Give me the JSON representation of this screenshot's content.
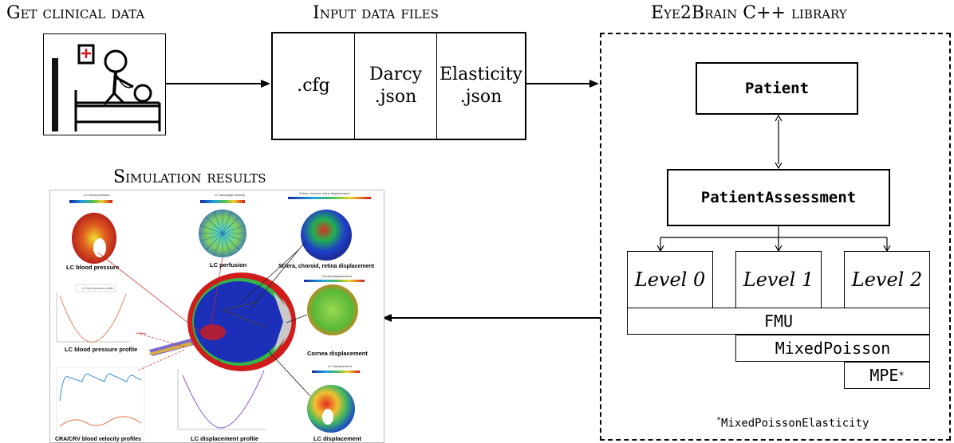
{
  "titles": {
    "clinical": "Get clinical data",
    "input": "Input data files",
    "library": "Eye2Brain C++ library",
    "results": "Simulation results"
  },
  "input_files": [
    {
      "line1": ".cfg",
      "line2": ""
    },
    {
      "line1": "Darcy",
      "line2": ".json"
    },
    {
      "line1": "Elasticity",
      "line2": ".json"
    }
  ],
  "library": {
    "patient": "Patient",
    "assessment": "PatientAssessment",
    "levels": [
      "Level 0",
      "Level 1",
      "Level 2"
    ],
    "fmu": "FMU",
    "mixed_poisson": "MixedPoisson",
    "mpe": "MPE",
    "mpe_mark": "*",
    "footnote_mark": "*",
    "footnote": "MixedPoissonElasticity"
  },
  "results": {
    "panel_titles": [
      "LC blood pressure",
      "LC discharge velocity",
      "Sclera, choroid, retina displacement",
      "Cornea displacement",
      "LC blood pressure profile",
      "LC displacement"
    ],
    "captions": {
      "lc_bp": "LC blood pressure",
      "lc_perf": "LC perfusion",
      "sclera": "Sclera, choroid, retina displacement",
      "cornea": "Cornea displacement",
      "lc_bp_profile": "LC blood pressure profile",
      "cra_crv": "CRA/CRV blood velocity profiles",
      "lc_disp_profile": "LC displacement profile",
      "lc_disp": "LC displacement"
    }
  },
  "colors": {
    "red_cross": "#d8141e",
    "sim_blue": "#1c2fb8",
    "sim_red": "#d11c1c",
    "sim_green": "#36b24a",
    "sim_gray": "#c9c9c9"
  }
}
